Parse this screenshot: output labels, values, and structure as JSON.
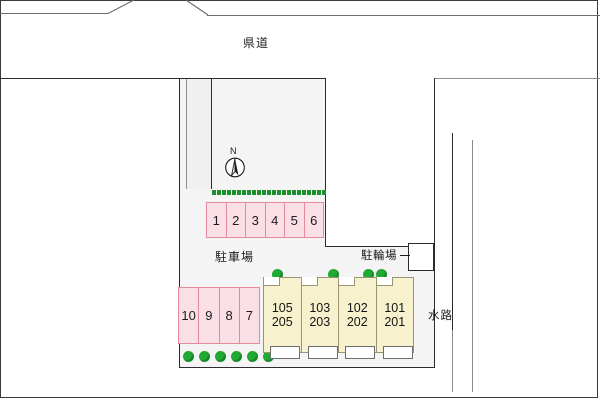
{
  "plan": {
    "title": "apartment-site-plan",
    "road": {
      "label": "県道"
    },
    "waterway": {
      "label": "水路"
    },
    "parking_area": {
      "label": "駐車場"
    },
    "bicycle_parking": {
      "label": "駐輪場"
    },
    "compass": {
      "label": "N",
      "name": "north-arrow"
    },
    "parking_stalls_upper": [
      {
        "number": "1"
      },
      {
        "number": "2"
      },
      {
        "number": "3"
      },
      {
        "number": "4"
      },
      {
        "number": "5"
      },
      {
        "number": "6"
      }
    ],
    "parking_stalls_lower": [
      {
        "number": "10"
      },
      {
        "number": "9"
      },
      {
        "number": "8"
      },
      {
        "number": "7"
      }
    ],
    "building_units": [
      {
        "first_floor": "105",
        "second_floor": "205"
      },
      {
        "first_floor": "103",
        "second_floor": "203"
      },
      {
        "first_floor": "102",
        "second_floor": "202"
      },
      {
        "first_floor": "101",
        "second_floor": "201"
      }
    ],
    "colors": {
      "stall_fill": "#fbdfe6",
      "stall_stroke": "#e3899a",
      "unit_fill": "#f7f2cd",
      "unit_stroke": "#9a9470",
      "lot_fill": "#f4f4f4",
      "green": "#1faa34",
      "outline": "#2c2c2c"
    }
  }
}
